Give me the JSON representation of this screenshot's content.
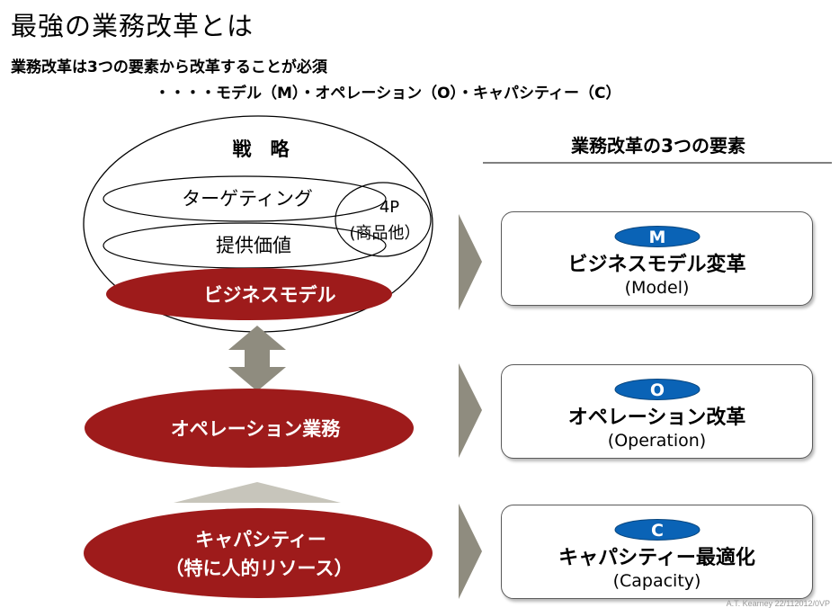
{
  "title": "最強の業務改革とは",
  "subtitle_line1": "業務改革は3つの要素から改革することが必須",
  "subtitle_line2": "・・・・モデル（M）・オペレーション（O）・キャパシティー（C）",
  "left": {
    "outer_label": "戦　略",
    "targeting": "ターゲティング",
    "value": "提供価値",
    "four_p_line1": "4P",
    "four_p_line2": "(商品他）",
    "business_model": "ビジネスモデル",
    "operations": "オペレーション業務",
    "capacity_line1": "キャパシティー",
    "capacity_line2": "（特に人的リソース）"
  },
  "right": {
    "heading": "業務改革の3つの要素",
    "cards": [
      {
        "badge": "M",
        "name": "ビジネスモデル変革",
        "en": "(Model)"
      },
      {
        "badge": "O",
        "name": "オペレーション改革",
        "en": "(Operation)"
      },
      {
        "badge": "C",
        "name": "キャパシティー最適化",
        "en": "(Capacity)"
      }
    ]
  },
  "credit": "A.T. Kearney 22/112012/0VP",
  "colors": {
    "dark_red": "#9e1b1b",
    "badge_blue": "#0a63b6",
    "gray_arrow": "#8f8c7f",
    "light_arrow": "#c7c5bb"
  }
}
